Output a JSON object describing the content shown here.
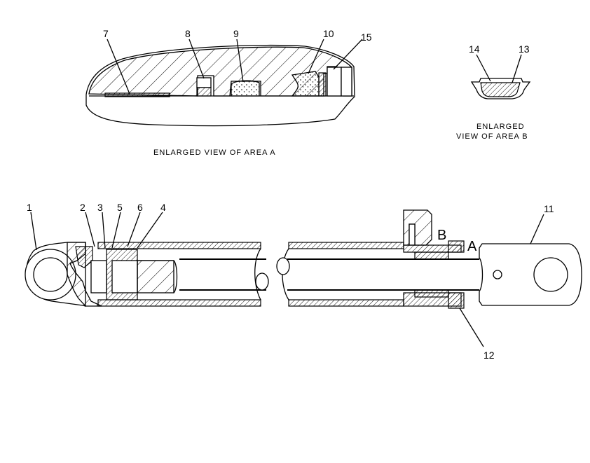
{
  "captions": {
    "area_a": "ENLARGED  VIEW  OF  AREA  A",
    "area_b_line1": "ENLARGED",
    "area_b_line2": "VIEW  OF  AREA  B"
  },
  "area_letters": {
    "a": "A",
    "b": "B"
  },
  "callouts": {
    "c1": "1",
    "c2": "2",
    "c3": "3",
    "c4": "4",
    "c5": "5",
    "c6": "6",
    "c7": "7",
    "c8": "8",
    "c9": "9",
    "c10": "10",
    "c11": "11",
    "c12": "12",
    "c13": "13",
    "c14": "14",
    "c15": "15"
  }
}
